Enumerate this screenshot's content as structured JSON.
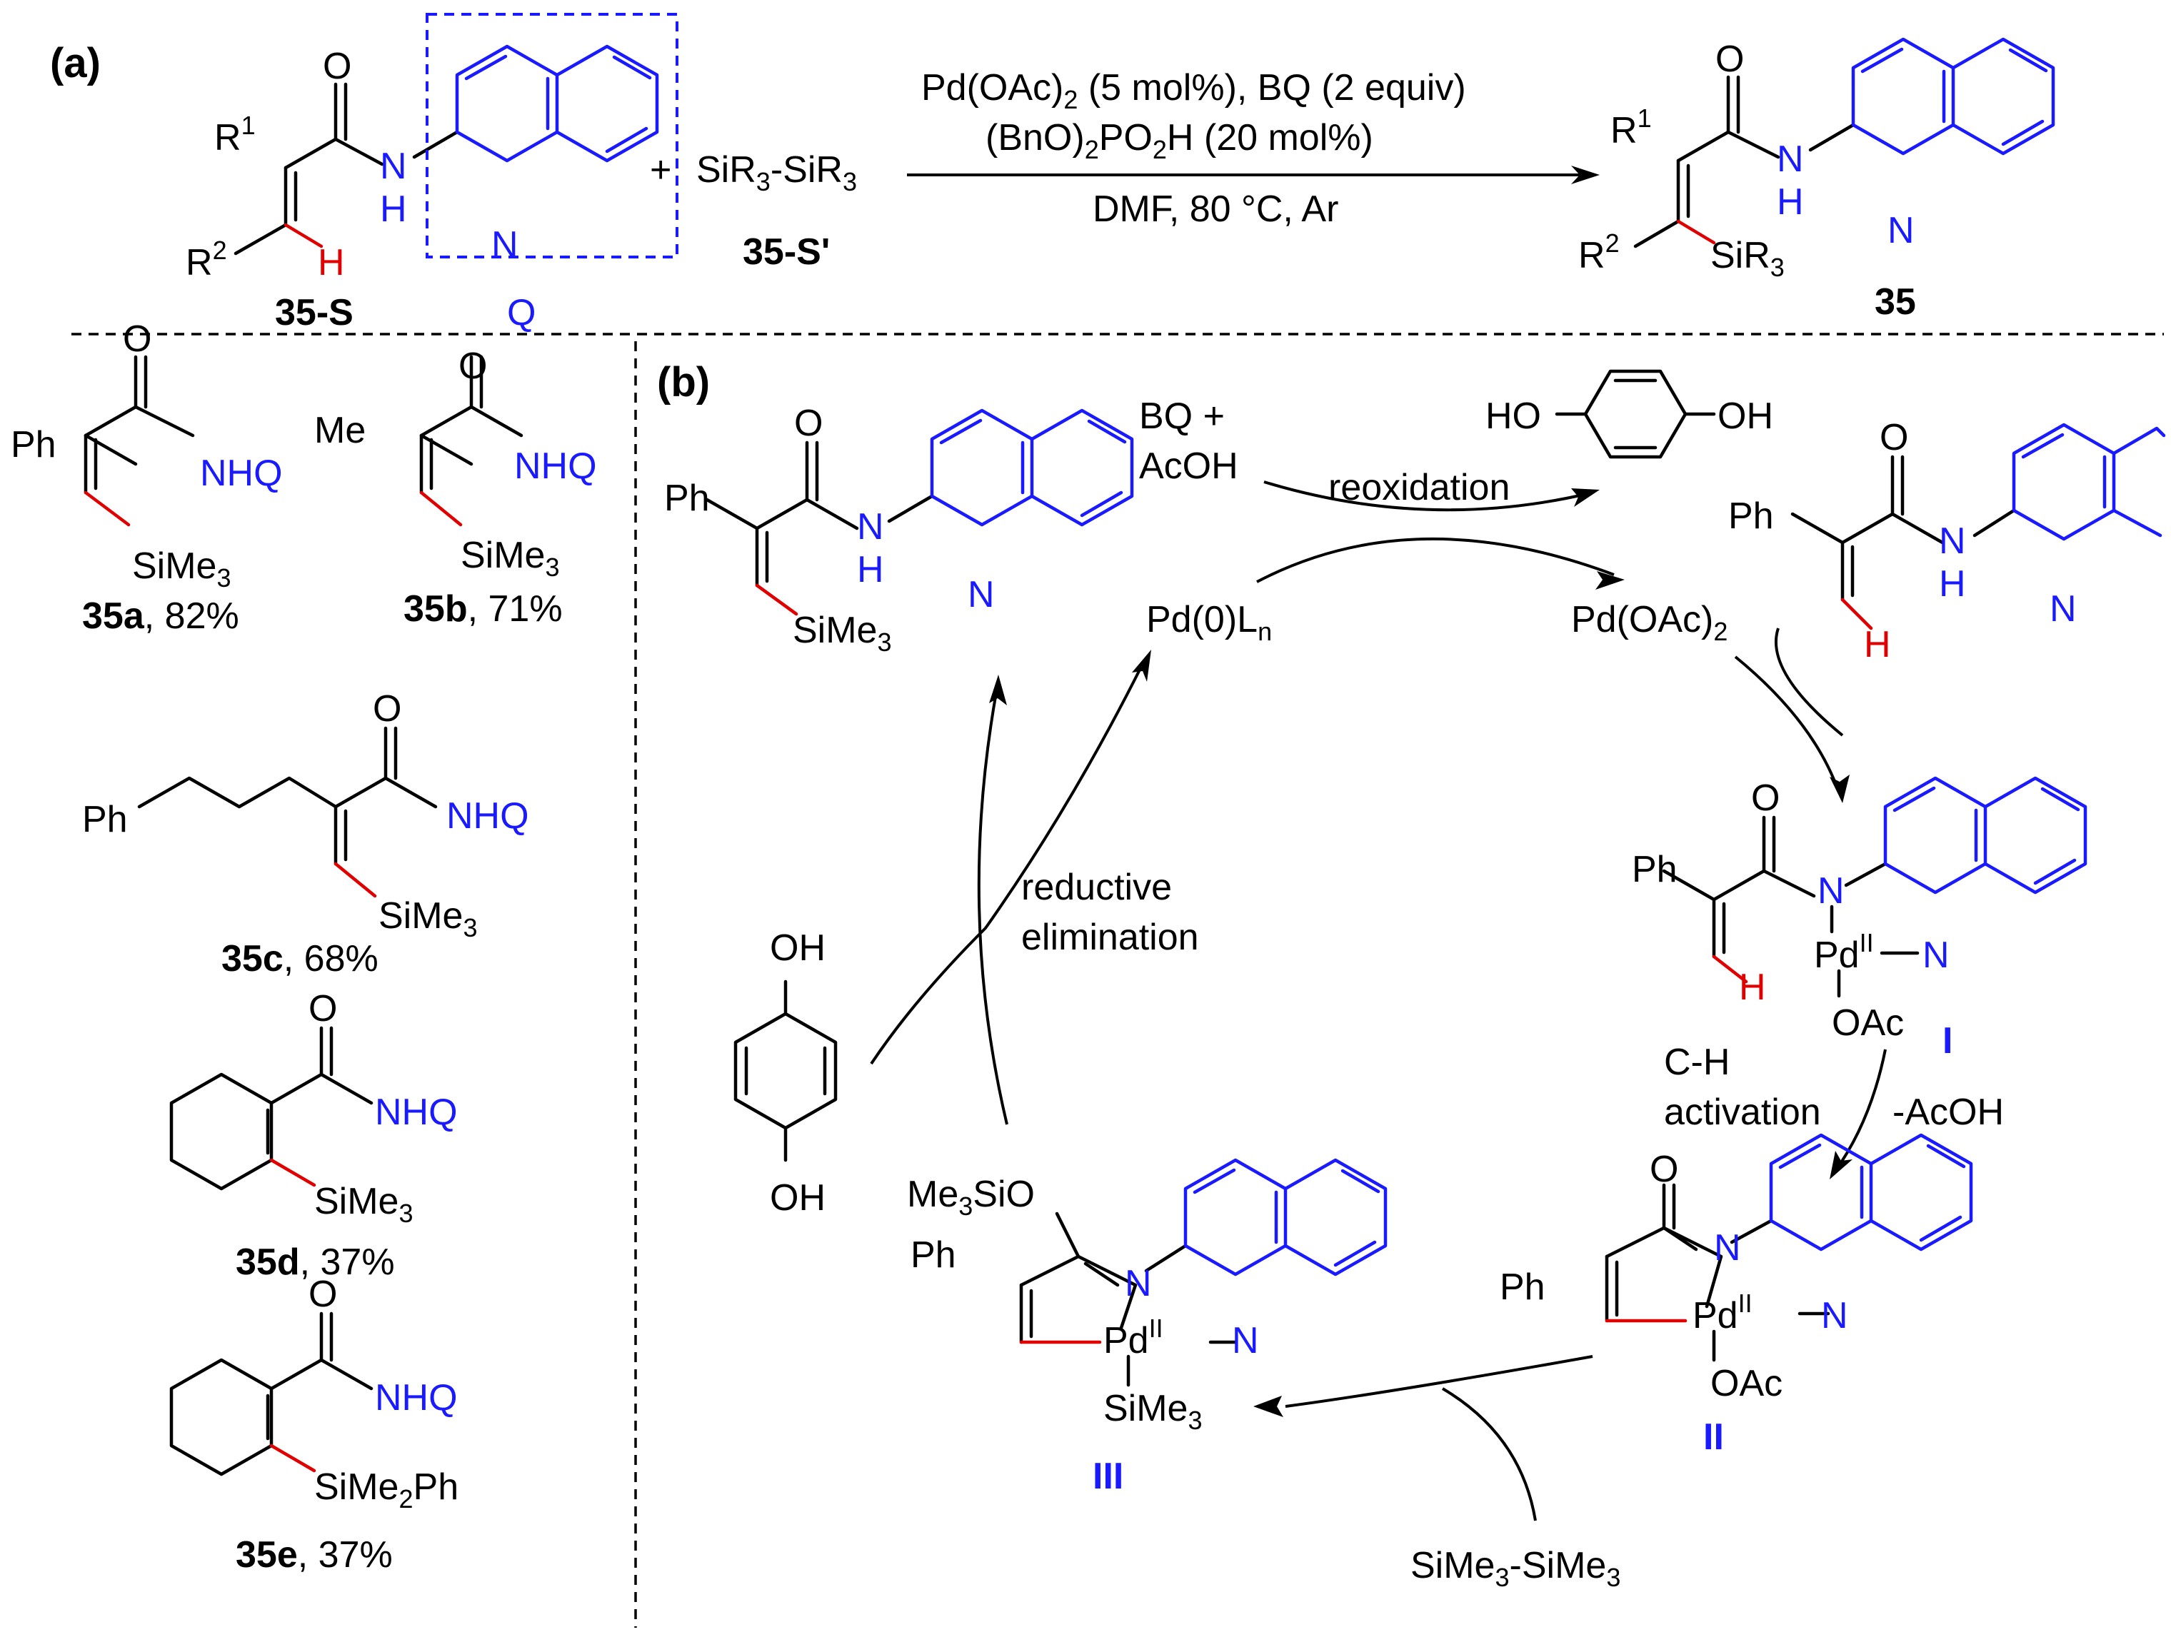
{
  "panel_a": {
    "label": "(a)",
    "substrate_label": "35-S",
    "q_label": "Q",
    "plus": "+",
    "reagent": "SiR3-SiR3",
    "reagent_label": "35-S'",
    "conditions_line1": "Pd(OAc)2 (5 mol%), BQ (2 equiv)",
    "conditions_line2": "(BnO)2PO2H (20 mol%)",
    "conditions_line3": "DMF, 80 °C, Ar",
    "product_label": "35",
    "r1": "R1",
    "r2": "R2",
    "h": "H",
    "nh_n": "N",
    "nh_h": "H",
    "n": "N",
    "o": "O",
    "sir3": "SiR3"
  },
  "scope": [
    {
      "id": "35a",
      "yield": ", 82%",
      "left_group": "Ph",
      "silyl": "SiMe3",
      "amide": "NHQ"
    },
    {
      "id": "35b",
      "yield": ", 71%",
      "left_group": "Me",
      "silyl": "SiMe3",
      "amide": "NHQ"
    },
    {
      "id": "35c",
      "yield": ", 68%",
      "left_group": "Ph",
      "silyl": "SiMe3",
      "amide": "NHQ"
    },
    {
      "id": "35d",
      "yield": ", 37%",
      "silyl": "SiMe3",
      "amide": "NHQ"
    },
    {
      "id": "35e",
      "yield": ", 37%",
      "silyl": "SiMe2Ph",
      "amide": "NHQ"
    }
  ],
  "panel_b": {
    "label": "(b)",
    "bq": "BQ +",
    "acoh": "AcOH",
    "reoxidation": "reoxidation",
    "pd0": "Pd(0)Ln",
    "pdoac2": "Pd(OAc)2",
    "hydroquinone_ho": "HO",
    "hydroquinone_oh": "OH",
    "ch_activation_1": "C-H",
    "ch_activation_2": "activation",
    "minus_acoh": "-AcOH",
    "reductive_1": "reductive",
    "reductive_2": "elimination",
    "disilane": "SiMe3-SiMe3",
    "int_I": "I",
    "int_II": "II",
    "int_III": "III",
    "ph": "Ph",
    "oac": "OAc",
    "pd2": "PdII",
    "me3sio": "Me3SiO",
    "sime3": "SiMe3",
    "o": "O",
    "n": "N",
    "h": "H"
  },
  "colors": {
    "ligand": "#1a1aff",
    "new_bond": "#e00000",
    "text": "#000000"
  }
}
